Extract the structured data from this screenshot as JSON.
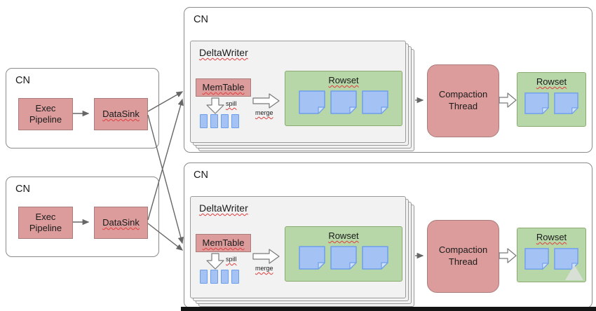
{
  "labels": {
    "cn": "CN",
    "exec_pipeline": "Exec\nPipeline",
    "datasink": "DataSink",
    "deltawriter": "DeltaWriter",
    "memtable": "MemTable",
    "spill": "spill",
    "merge": "merge",
    "rowset": "Rowset",
    "compaction_thread": "Compaction\nThread"
  },
  "colors": {
    "node_pink": "#dc9c9c",
    "node_pink_border": "#a97c7c",
    "rowset_green": "#b7d7a8",
    "rowset_green_border": "#8aab6f",
    "doc_blue": "#a4c2f4",
    "doc_blue_border": "#6d9eeb",
    "doc_fold_blue": "#cfe0f8",
    "stack_gray": "#f2f2f2",
    "cn_border_gray": "#8b8b8b",
    "arrow_gray": "#666666",
    "spellcheck_red": "#e03c3c"
  },
  "counts": {
    "deltawriter_stack_layers": 4,
    "memtable_flush_segments": 4,
    "deltawriter_rowset_docs": 3,
    "output_rowset_docs": 2
  }
}
